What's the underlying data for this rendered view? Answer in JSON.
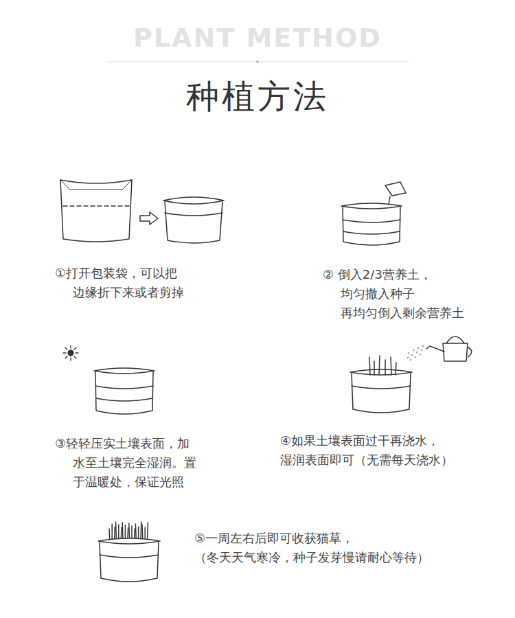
{
  "diagram": {
    "title": "种植方法",
    "labels": [
      "PLANT METHOD",
      "①打开包装袋，可以把 边缘折下来或者剪掉",
      "② 倒入2/3营养土， 均匀撒入种子 再均匀倒入剩余营养土",
      "③轻轻压实土壤表面，加 水至土壤完全湿润。置 于温暖处，保证光照",
      "④如果土壤表面过干再浇水， 湿润表面即可（无需每天浇水）",
      "⑤一周左右后即可收获猫草， （冬天天气寒冷，种子发芽慢请耐心等待）"
    ]
  }
}
